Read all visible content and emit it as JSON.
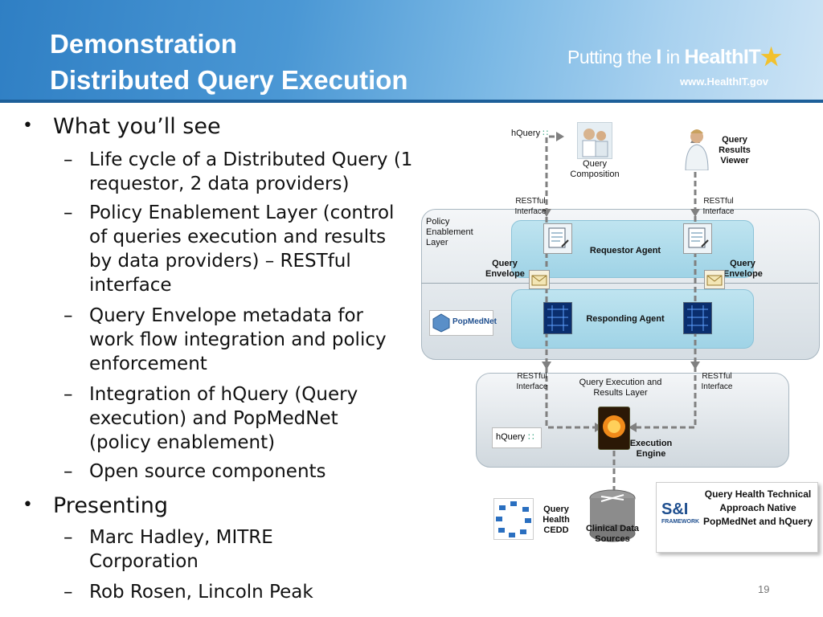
{
  "header": {
    "title_line1": "Demonstration",
    "title_line2": "Distributed Query Execution",
    "logo_prefix": "Putting the ",
    "logo_i": "I",
    "logo_in": " in ",
    "logo_health": "Health",
    "logo_it": "IT",
    "logo_url": "www.HealthIT.gov"
  },
  "content": {
    "b1": "What you’ll see",
    "b1_items": [
      "Life cycle of a Distributed Query (1 requestor, 2 data providers)",
      "Policy Enablement Layer (control of queries execution and results by data providers) – RESTful interface",
      "Query Envelope metadata for work flow integration and policy enforcement",
      "Integration of hQuery (Query execution) and PopMedNet (policy enablement)",
      "Open source components"
    ],
    "b2": "Presenting",
    "b2_items": [
      "Marc Hadley, MITRE Corporation",
      "Rob Rosen, Lincoln Peak"
    ]
  },
  "diagram": {
    "hquery_top": "hQuery",
    "query_composition": "Query Composition",
    "query_results_viewer": "Query Results Viewer",
    "restful_interface": "RESTful Interface",
    "policy_layer": "Policy Enablement Layer",
    "requestor_agent": "Requestor Agent",
    "responding_agent": "Responding Agent",
    "query_envelope": "Query Envelope",
    "popmednet": "PopMedNet",
    "query_exec_layer": "Query Execution and Results Layer",
    "hquery_lower": "hQuery",
    "execution_engine": "Execution Engine",
    "query_health_cedd": "Query Health CEDD",
    "clinical_data_sources": "Clinical Data Sources",
    "si_framework": "S&I",
    "si_sub": "FRAMEWORK",
    "approach_text": "Query Health Technical Approach Native PopMedNet and hQuery"
  },
  "page_number": "19"
}
